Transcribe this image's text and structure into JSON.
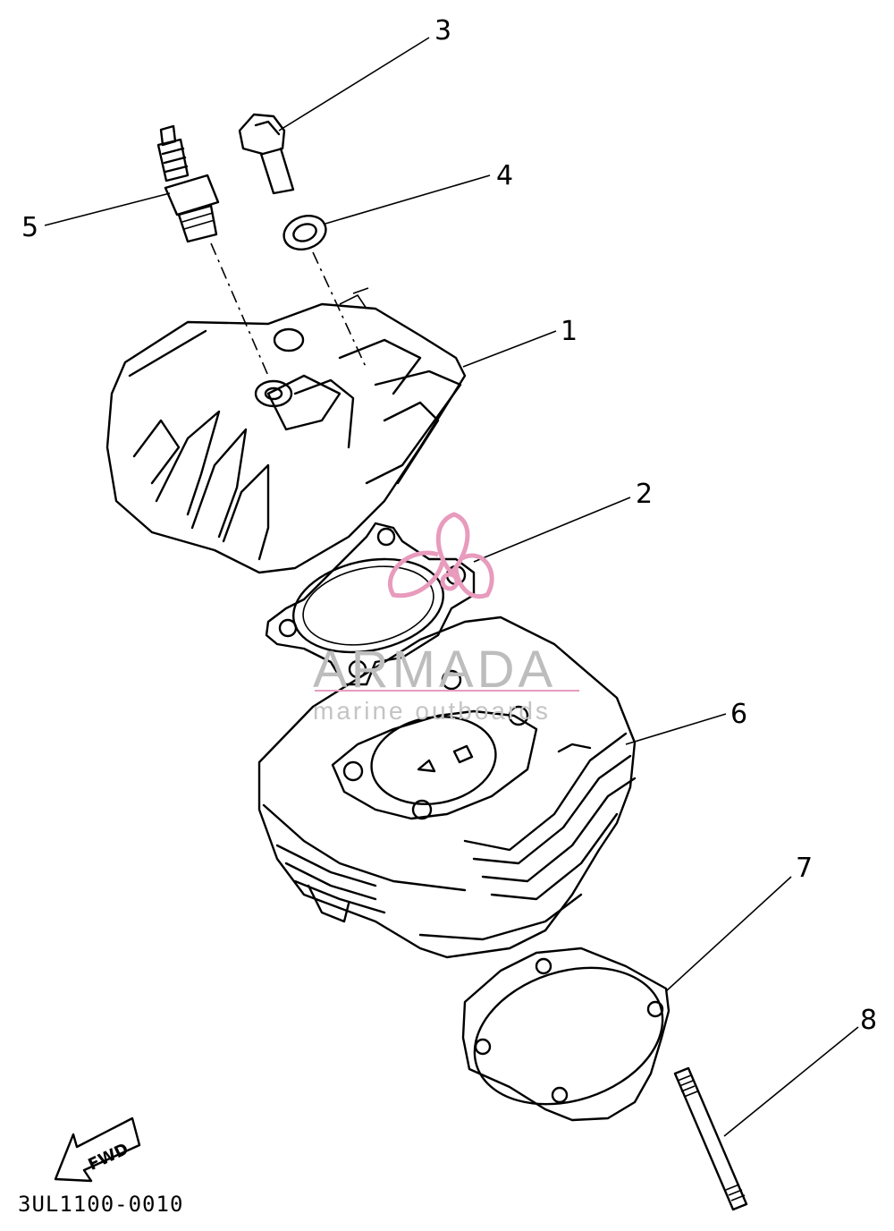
{
  "callouts": [
    "1",
    "2",
    "3",
    "4",
    "5",
    "6",
    "7",
    "8"
  ],
  "fwd_label": "FWD",
  "diagram_code": "3UL1100-0010",
  "watermark": {
    "title": "ARMADA",
    "subtitle": "marine outboards",
    "color": "#e89bbd"
  }
}
